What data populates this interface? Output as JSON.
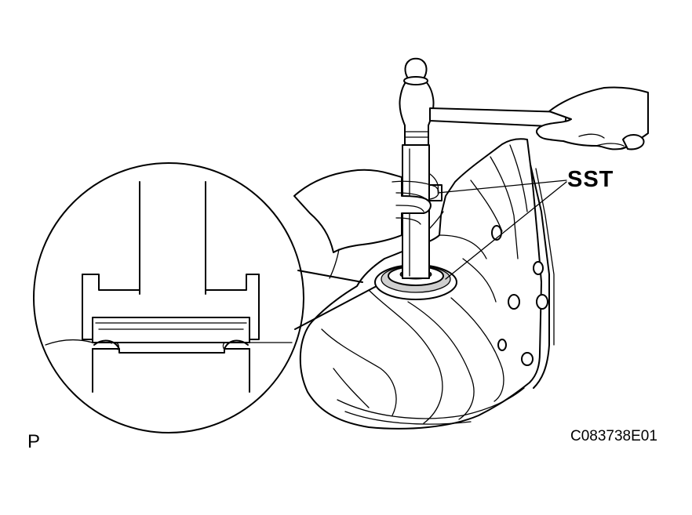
{
  "figure": {
    "labels": {
      "sst": "SST",
      "corner_mark": "P",
      "figure_code": "C083738E01"
    },
    "style": {
      "line_color": "#000000",
      "background": "#ffffff"
    }
  }
}
